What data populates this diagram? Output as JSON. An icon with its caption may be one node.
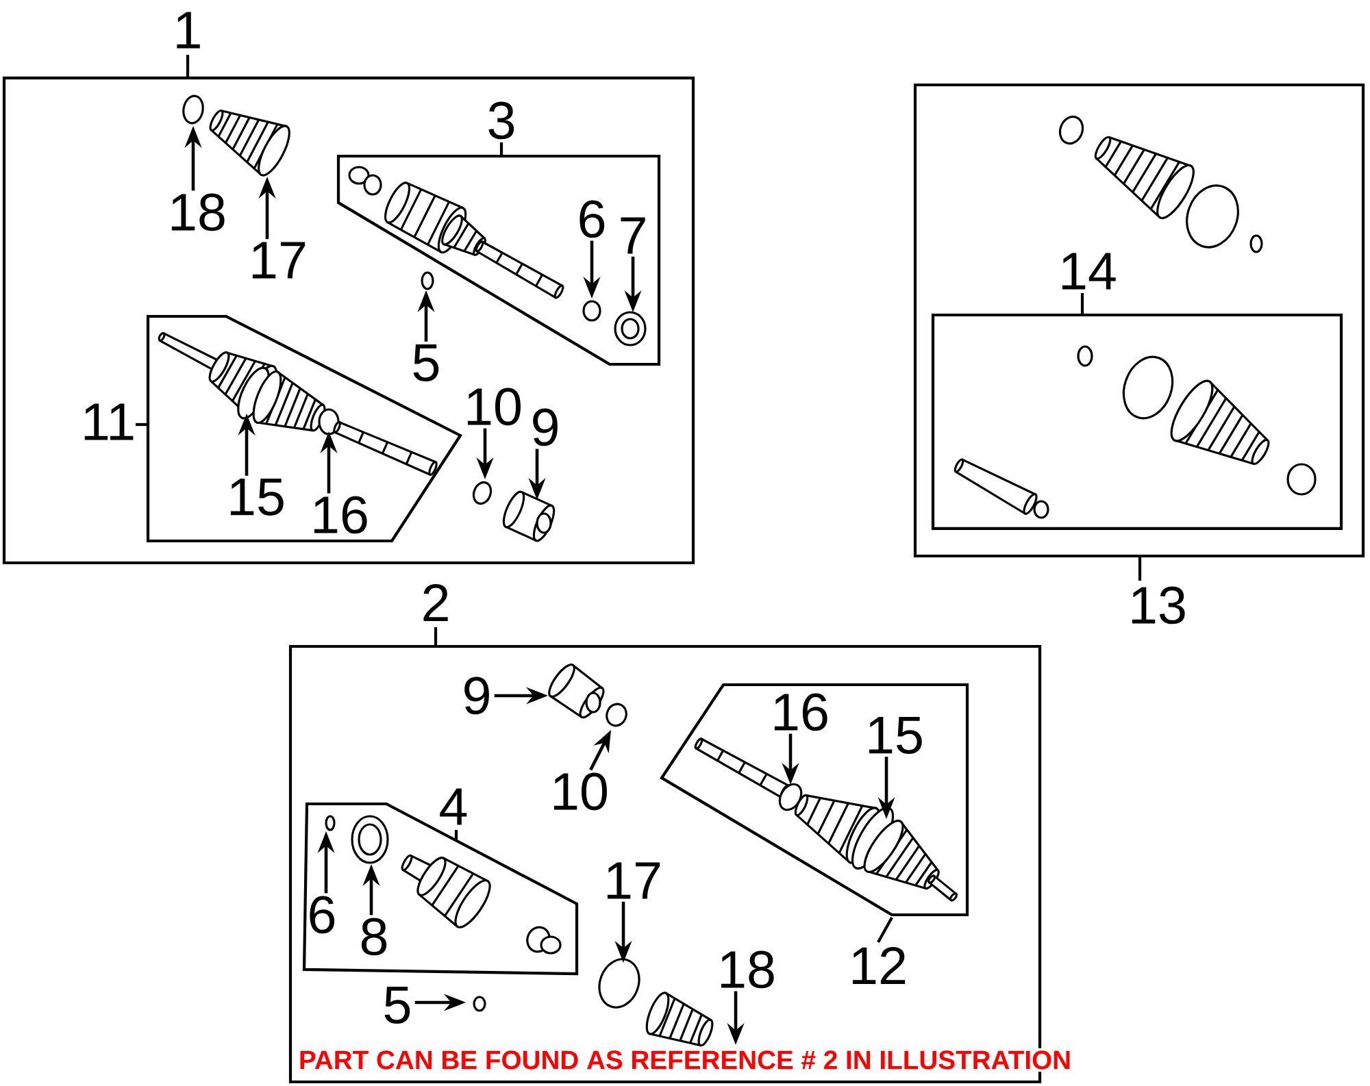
{
  "diagram": {
    "caption": "PART CAN BE FOUND AS REFERENCE # 2 IN ILLUSTRATION",
    "nodes": [
      {
        "text": [
          "1"
        ]
      },
      {
        "text": [
          "3"
        ],
        "in": 0
      },
      {
        "text": [
          "11"
        ],
        "in": 0
      },
      {
        "text": [
          "2"
        ]
      },
      {
        "text": [
          "4"
        ],
        "in": 3
      },
      {
        "text": [
          "12"
        ],
        "in": 3
      },
      {
        "text": [
          "13"
        ]
      },
      {
        "text": [
          "14"
        ],
        "in": 6
      },
      {
        "text": [
          "18"
        ],
        "in": 0
      },
      {
        "text": [
          "17"
        ],
        "in": 0
      },
      {
        "text": [
          "5"
        ],
        "in": 0
      },
      {
        "text": [
          "6"
        ],
        "in": 1
      },
      {
        "text": [
          "7"
        ],
        "in": 1
      },
      {
        "text": [
          "10"
        ],
        "in": 0
      },
      {
        "text": [
          "9"
        ],
        "in": 0
      },
      {
        "text": [
          "15"
        ],
        "in": 2
      },
      {
        "text": [
          "16"
        ],
        "in": 2
      },
      {
        "text": [
          "9"
        ],
        "in": 3
      },
      {
        "text": [
          "10"
        ],
        "in": 3
      },
      {
        "text": [
          "6"
        ],
        "in": 4
      },
      {
        "text": [
          "8"
        ],
        "in": 4
      },
      {
        "text": [
          "5"
        ],
        "in": 3
      },
      {
        "text": [
          "17"
        ],
        "in": 3
      },
      {
        "text": [
          "18"
        ],
        "in": 3
      },
      {
        "text": [
          "16"
        ],
        "in": 5
      },
      {
        "text": [
          "15"
        ],
        "in": 5
      }
    ],
    "edges": [
      {
        "from": 8,
        "to": null,
        "arrow": "to"
      },
      {
        "from": 9,
        "to": null,
        "arrow": "to"
      },
      {
        "from": 10,
        "to": null,
        "arrow": "to"
      },
      {
        "from": 11,
        "to": null,
        "arrow": "to"
      },
      {
        "from": 12,
        "to": null,
        "arrow": "to"
      },
      {
        "from": 13,
        "to": null,
        "arrow": "to"
      },
      {
        "from": 14,
        "to": null,
        "arrow": "to"
      },
      {
        "from": 15,
        "to": null,
        "arrow": "to"
      },
      {
        "from": 16,
        "to": null,
        "arrow": "to"
      },
      {
        "from": 17,
        "to": null,
        "arrow": "to"
      },
      {
        "from": 18,
        "to": null,
        "arrow": "to"
      },
      {
        "from": 19,
        "to": null,
        "arrow": "to"
      },
      {
        "from": 20,
        "to": null,
        "arrow": "to"
      },
      {
        "from": 21,
        "to": null,
        "arrow": "to"
      },
      {
        "from": 22,
        "to": null,
        "arrow": "to"
      },
      {
        "from": 23,
        "to": null,
        "arrow": "to"
      },
      {
        "from": 24,
        "to": null,
        "arrow": "to"
      },
      {
        "from": 25,
        "to": null,
        "arrow": "to"
      }
    ]
  }
}
